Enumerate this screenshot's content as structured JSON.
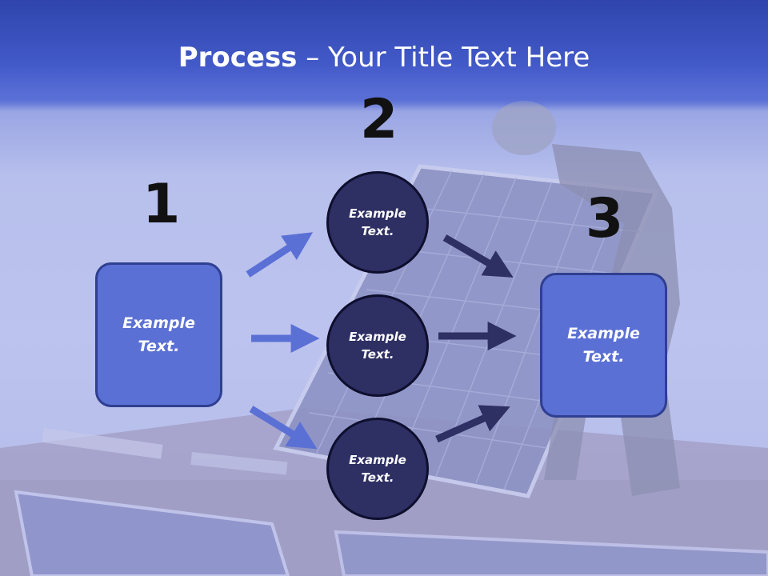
{
  "title": {
    "bold": "Process",
    "rest": " – Your Title Text Here"
  },
  "steps": [
    {
      "number": "1"
    },
    {
      "number": "2"
    },
    {
      "number": "3"
    }
  ],
  "boxes": [
    {
      "text": "Example Text."
    },
    {
      "text": "Example Text."
    }
  ],
  "circles": [
    {
      "text": "Example Text."
    },
    {
      "text": "Example Text."
    },
    {
      "text": "Example Text."
    }
  ],
  "colors": {
    "header": "#3f55c2",
    "box_fill": "#5b70d5",
    "box_border": "#2f3f91",
    "circle_fill": "#2e2f63",
    "arrow_light": "#5b70d5",
    "arrow_dark": "#2e2f63"
  }
}
